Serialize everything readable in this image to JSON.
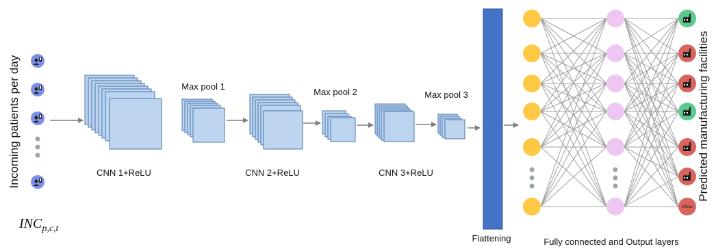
{
  "labels": {
    "input_axis": "Incoming patients per day",
    "input_math_main": "INC",
    "input_math_sub": "p,c,t",
    "cnn1": "CNN 1+ReLU",
    "pool1": "Max pool 1",
    "cnn2": "CNN 2+ReLU",
    "pool2": "Max pool 2",
    "cnn3": "CNN 3+ReLU",
    "pool3": "Max pool 3",
    "flatten": "Flattening",
    "fc": "Fully connected and Output layers",
    "output_axis": "Predicted manufacturing facilities",
    "infeasible": "infeas"
  },
  "colors": {
    "input_node": "#7c8fe6",
    "feature_map_fill": "#bcd4ee",
    "feature_map_stroke": "#3b6aa8",
    "flatten_bar": "#4472c4",
    "fc_layer1_node": "#ffc845",
    "fc_layer2_node": "#eec6f2",
    "output_feasible": "#5cc98e",
    "output_infeasible": "#d9645e",
    "edge": "#a0a0a0",
    "arrow": "#7f7f7f",
    "dots": "#9aa6a6"
  },
  "icons": {
    "input_nodes": "patient-icon",
    "output_nodes": "factory-icon"
  },
  "outputs": [
    "feasible",
    "infeasible",
    "infeasible",
    "feasible",
    "infeasible",
    "infeasible",
    "infeasible-label"
  ]
}
